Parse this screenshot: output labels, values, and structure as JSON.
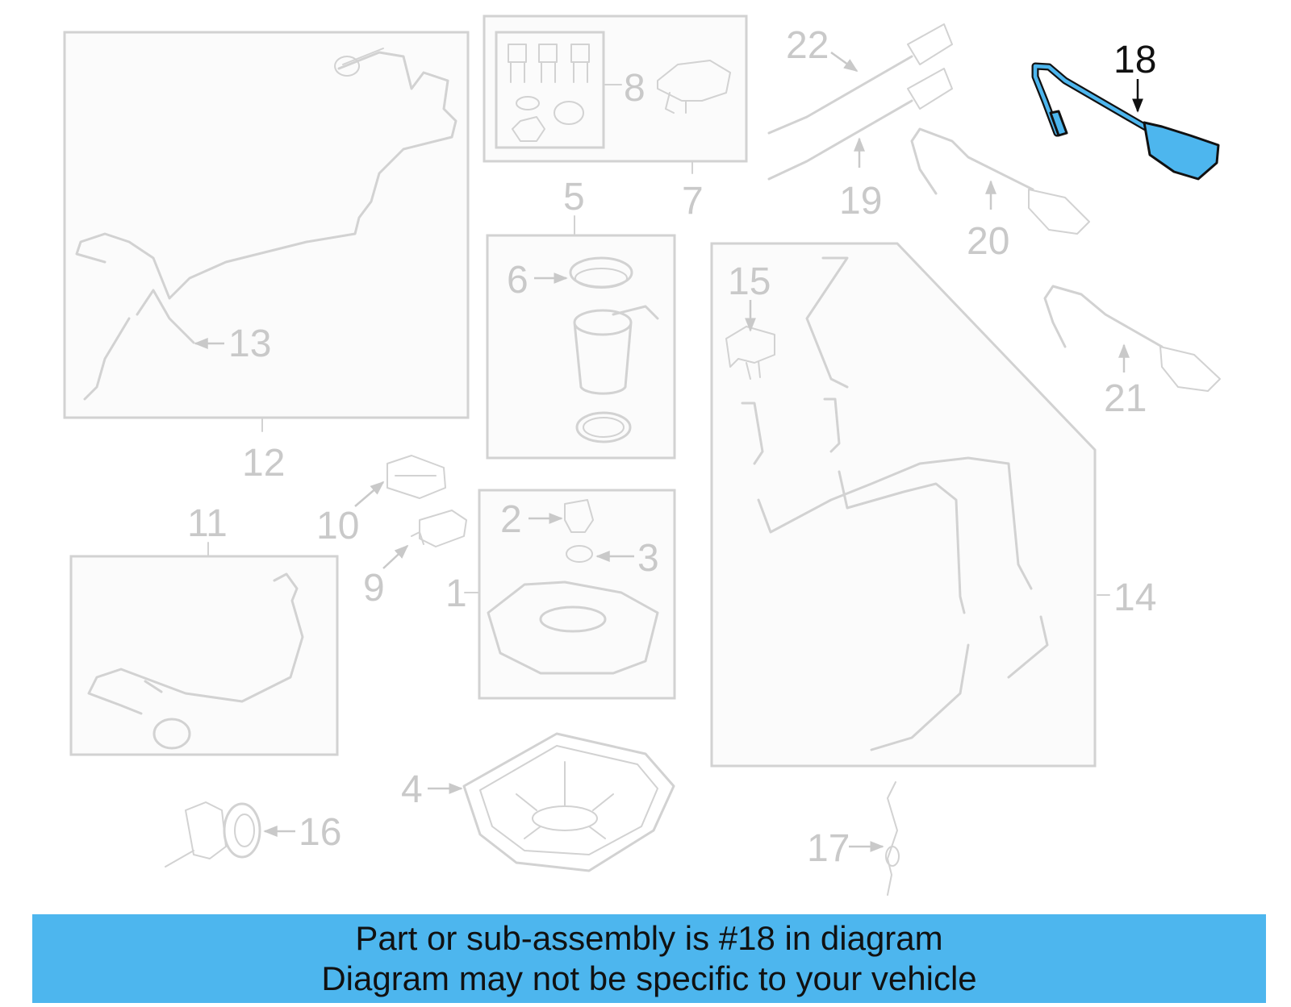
{
  "highlight_color": "#4db6ee",
  "highlighted_part": "18",
  "labels": {
    "p1": "1",
    "p2": "2",
    "p3": "3",
    "p4": "4",
    "p5": "5",
    "p6": "6",
    "p7": "7",
    "p8": "8",
    "p9": "9",
    "p10": "10",
    "p11": "11",
    "p12": "12",
    "p13": "13",
    "p14": "14",
    "p15": "15",
    "p16": "16",
    "p17": "17",
    "p18": "18",
    "p19": "19",
    "p20": "20",
    "p21": "21",
    "p22": "22"
  },
  "banner": {
    "line1": "Part or sub-assembly is #18 in diagram",
    "line2": "Diagram may not be specific to your vehicle"
  }
}
